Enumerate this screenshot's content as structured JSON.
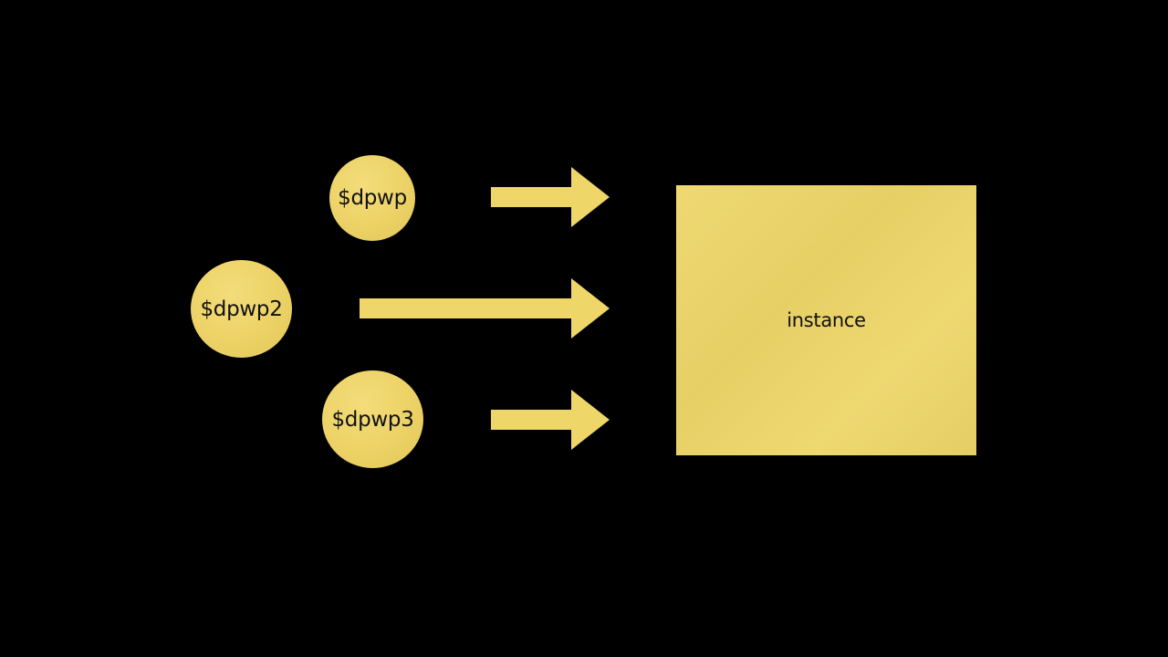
{
  "colors": {
    "background": "#000000",
    "shape_fill": "#eed669",
    "text": "#111111"
  },
  "diagram": {
    "nodes": [
      {
        "id": "dpwp",
        "shape": "circle",
        "label": "$dpwp"
      },
      {
        "id": "dpwp2",
        "shape": "circle",
        "label": "$dpwp2"
      },
      {
        "id": "dpwp3",
        "shape": "circle",
        "label": "$dpwp3"
      },
      {
        "id": "instance",
        "shape": "rectangle",
        "label": "instance"
      }
    ],
    "edges": [
      {
        "from": "dpwp",
        "to": "instance"
      },
      {
        "from": "dpwp2",
        "to": "instance"
      },
      {
        "from": "dpwp3",
        "to": "instance"
      }
    ]
  }
}
